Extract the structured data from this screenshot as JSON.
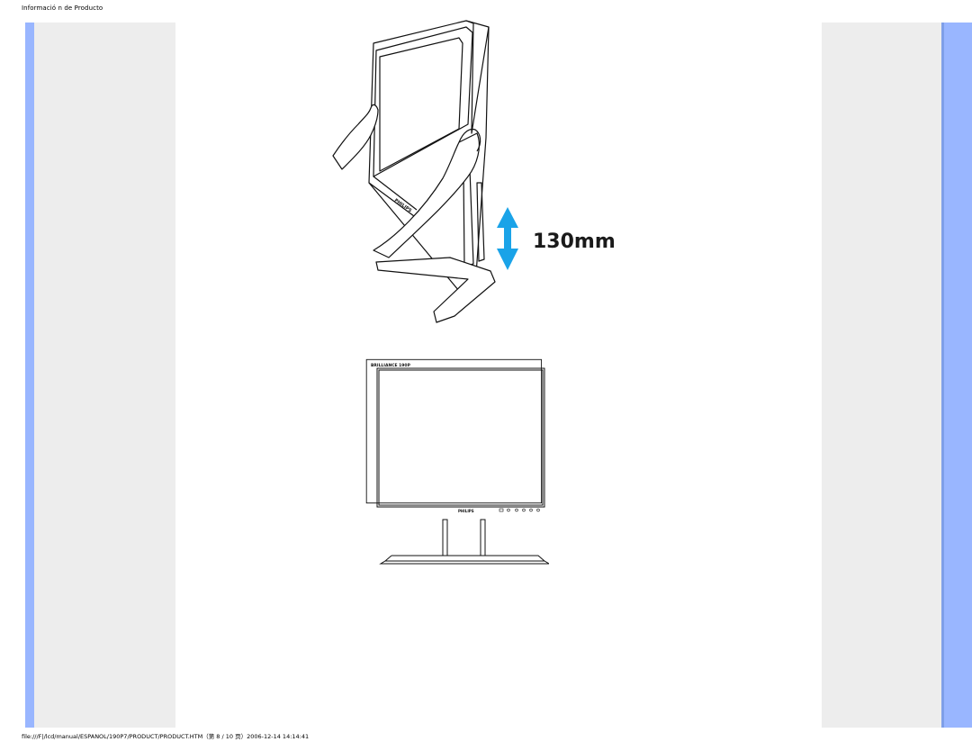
{
  "header": {
    "title": "Informació n de Producto"
  },
  "figure_tilt": {
    "icon": "monitor-height-adjust-illustration",
    "measurement_label": "130mm",
    "arrow_color": "#1aa3e8",
    "bezel_logo": "PHILIPS"
  },
  "figure_front": {
    "icon": "monitor-front-view-illustration",
    "brand_badge": "BRILLIANCE 190P",
    "bezel_logo": "PHILIPS"
  },
  "footer": {
    "path": "file:///F|/lcd/manual/ESPANOL/190P7/PRODUCT/PRODUCT.HTM（第 8 / 10 页）2006-12-14 14:14:41"
  },
  "colors": {
    "left_stripe": "#99b6ff",
    "panel_bg": "#ededed",
    "right_bar": "#99b6ff"
  }
}
